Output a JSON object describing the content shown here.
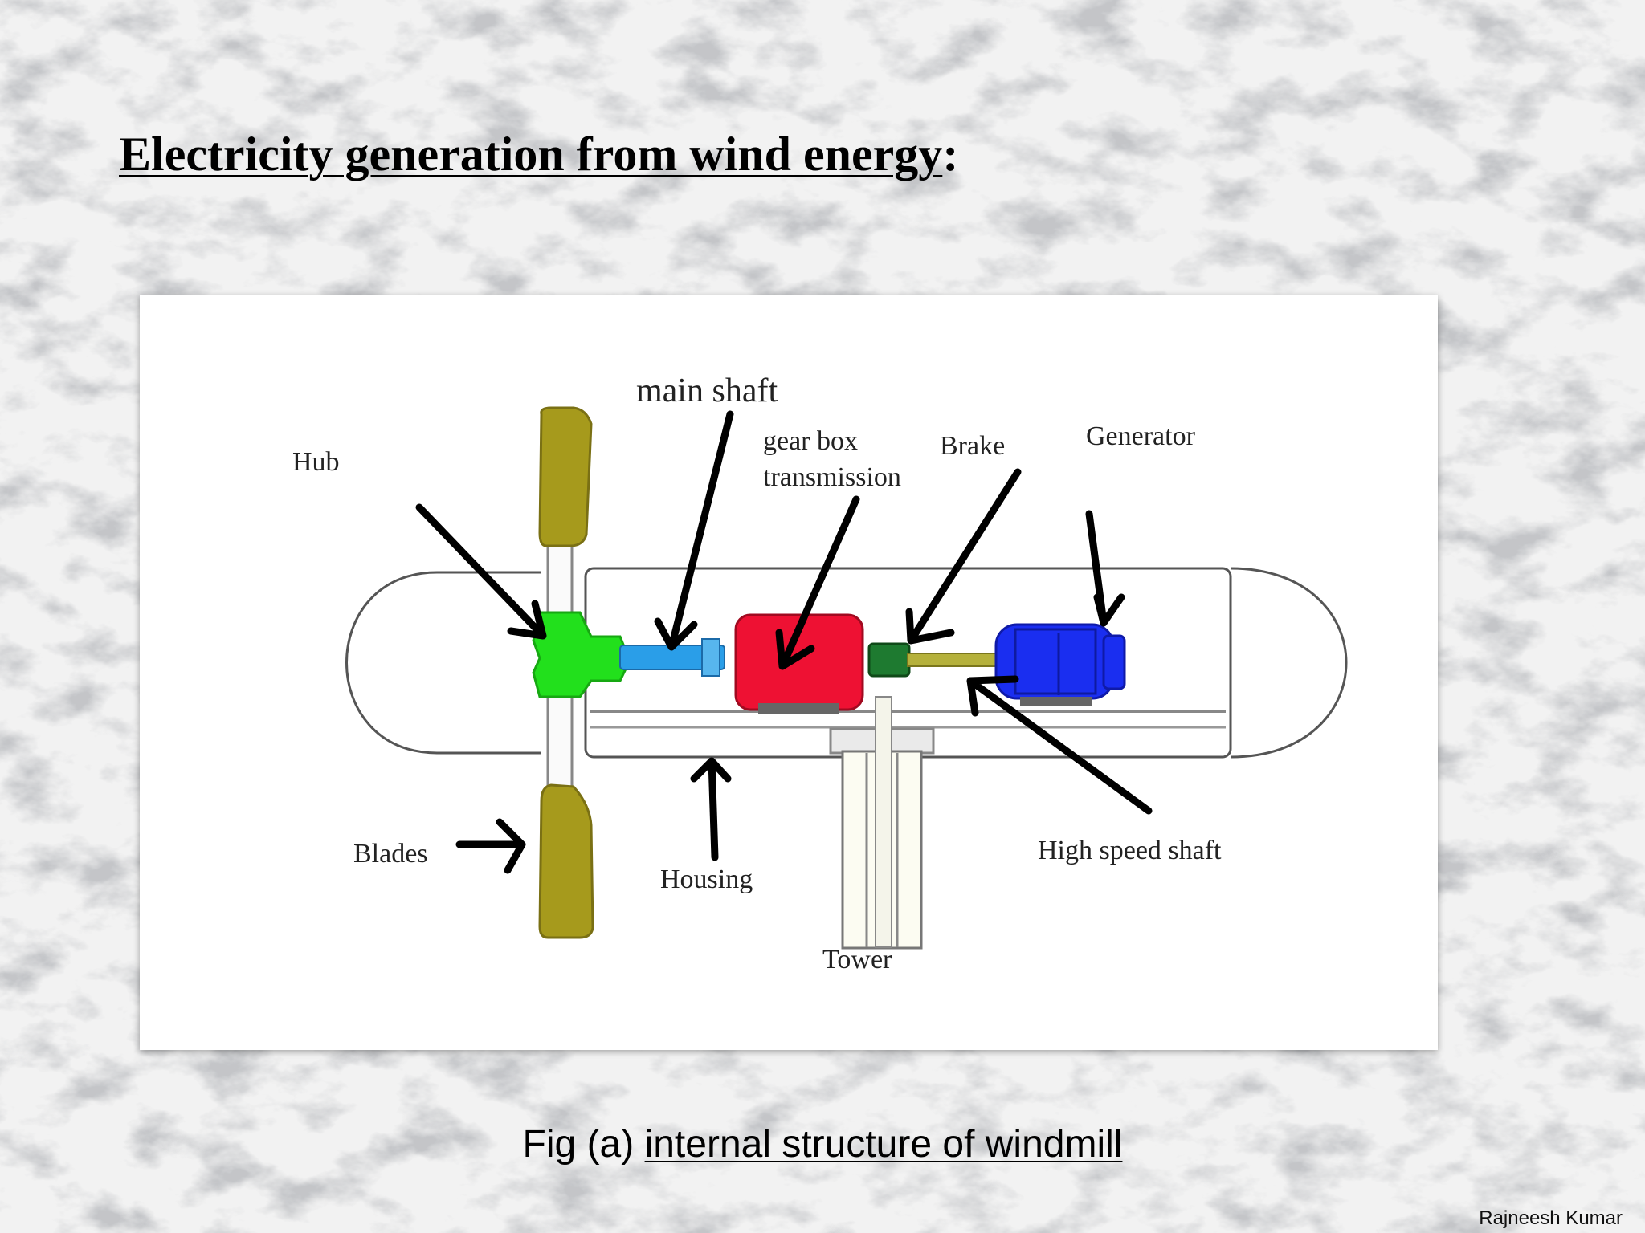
{
  "slide": {
    "title_underlined": "Electricity generation from wind energy",
    "title_suffix": ":",
    "author": "Rajneesh Kumar"
  },
  "figure": {
    "labels": {
      "hub": "Hub",
      "main_shaft": "main shaft",
      "gear_box_line1": "gear box",
      "gear_box_line2": "transmission",
      "brake": "Brake",
      "generator": "Generator",
      "blades": "Blades",
      "housing": "Housing",
      "high_speed_shaft": "High speed shaft",
      "tower": "Tower"
    },
    "caption_prefix": "Fig (a) ",
    "caption_underlined": "internal structure of windmill"
  },
  "colors": {
    "blade": "#a69a1c",
    "hub": "#22e01c",
    "main_shaft": "#2a9ee8",
    "gear_box": "#ee1133",
    "brake": "#1e7a30",
    "high_speed_shaft": "#b5b13c",
    "generator": "#1a2ef0",
    "arrow": "#000000"
  }
}
